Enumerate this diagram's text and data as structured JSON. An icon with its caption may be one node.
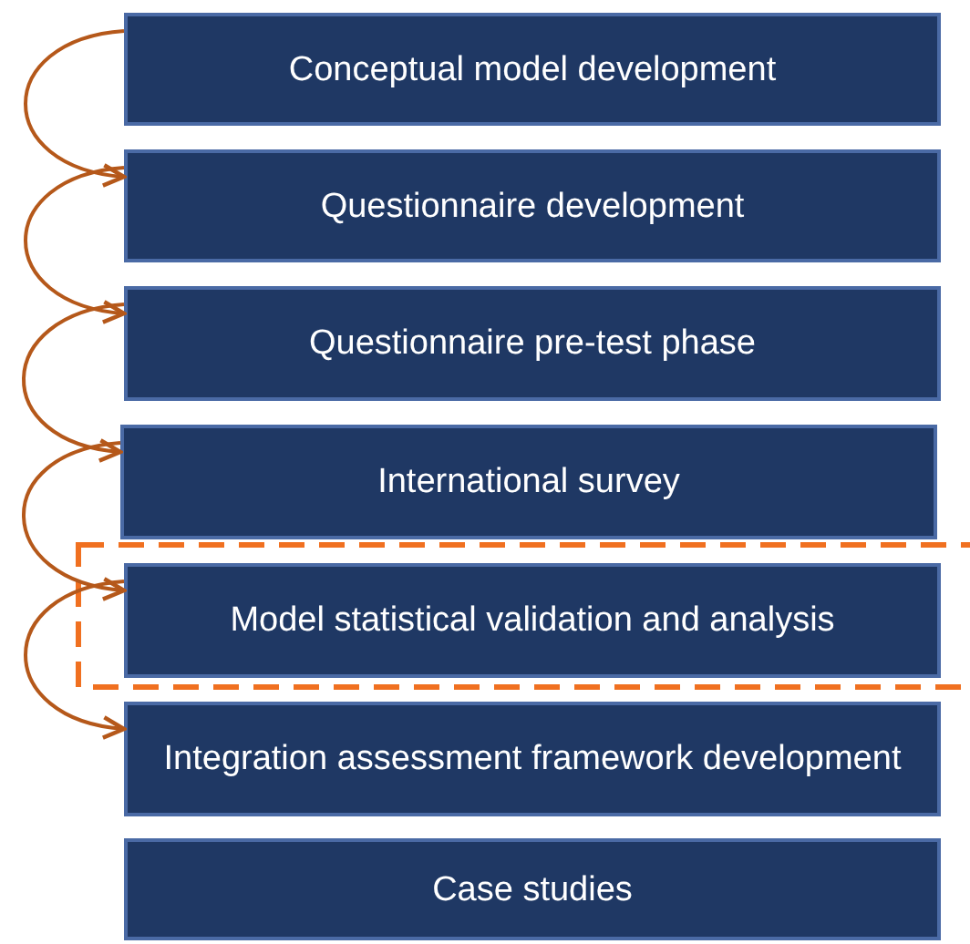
{
  "diagram": {
    "nodes": [
      {
        "text": [
          "Conceptual model development"
        ]
      },
      {
        "text": [
          "Questionnaire development"
        ]
      },
      {
        "text": [
          "Questionnaire pre-test phase"
        ]
      },
      {
        "text": [
          "International survey"
        ]
      },
      {
        "text": [
          "Model statistical validation and analysis"
        ]
      },
      {
        "text": [
          "Integration assessment framework development"
        ]
      },
      {
        "text": [
          "Case studies"
        ]
      }
    ],
    "edges": [
      {
        "from": 0,
        "to": 1,
        "arrow": "to"
      },
      {
        "from": 1,
        "to": 2,
        "arrow": "to"
      },
      {
        "from": 2,
        "to": 3,
        "arrow": "to"
      },
      {
        "from": 3,
        "to": 4,
        "arrow": "to"
      },
      {
        "from": 4,
        "to": 5,
        "arrow": "to"
      }
    ]
  }
}
